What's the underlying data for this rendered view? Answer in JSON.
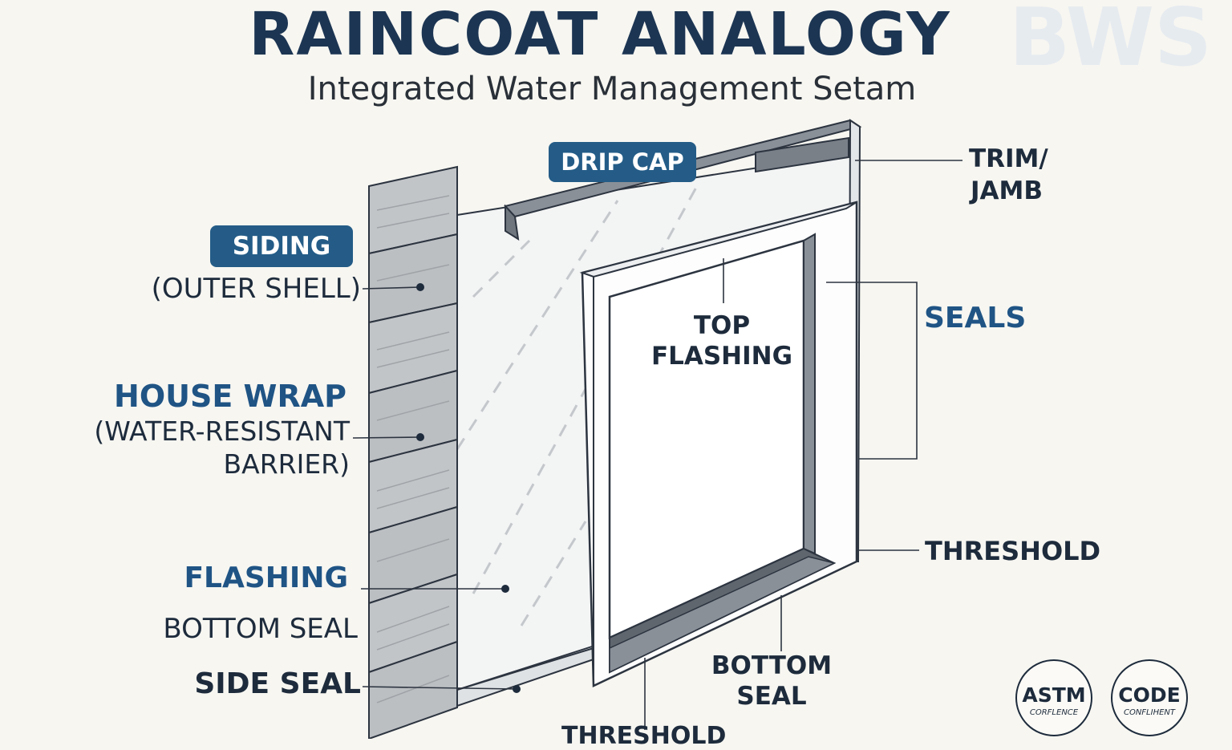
{
  "header": {
    "title": "RAINCOAT ANALOGY",
    "subtitle": "Integrated Water Management Setam",
    "watermark": "BWS"
  },
  "labels": {
    "drip_cap": "DRIP CAP",
    "siding": "SIDING",
    "outer_shell": "(OUTER SHELL)",
    "house_wrap": "HOUSE WRAP",
    "house_wrap_line1": "(WATER-RESISTANT",
    "house_wrap_line2": "BARRIER)",
    "flashing": "FLASHING",
    "bottom_seal_left": "BOTTOM SEAL",
    "side_seal": "SIDE SEAL",
    "trim_line1": "TRIM/",
    "trim_line2": "JAMB",
    "top_flashing_line1": "TOP",
    "top_flashing_line2": "FLASHING",
    "seals": "SEALS",
    "threshold_right": "THRESHOLD",
    "bottom_seal_line1": "BOTTOM",
    "bottom_seal_line2": "SEAL",
    "threshold_bottom": "THRESHOLD"
  },
  "badges": [
    {
      "title": "ASTM",
      "subtitle": "CORFLENCE"
    },
    {
      "title": "CODE",
      "subtitle": "CONFLIHENT"
    }
  ],
  "colors": {
    "background": "#f7f6f1",
    "title": "#1c3553",
    "chip": "#245c87",
    "accent_label": "#1f5485",
    "outline": "#2c3440",
    "siding": "#bfc2c5",
    "flashing": "#7a8088"
  }
}
